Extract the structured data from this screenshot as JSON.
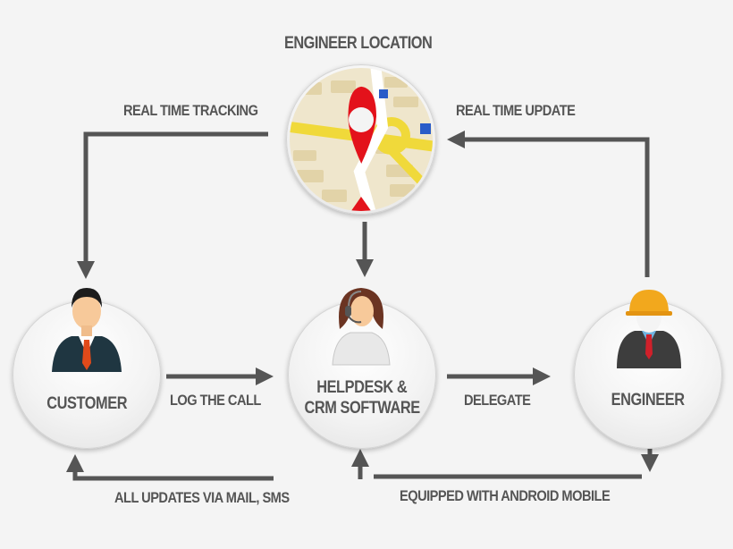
{
  "title": "ENGINEER LOCATION",
  "nodes": {
    "customer": {
      "label": "CUSTOMER",
      "icon": "businessman-icon"
    },
    "helpdesk": {
      "label_line1": "HELPDESK &",
      "label_line2": "CRM SOFTWARE",
      "icon": "support-agent-headset-icon"
    },
    "engineer": {
      "label": "ENGINEER",
      "icon": "engineer-hardhat-icon"
    },
    "location": {
      "icon": "map-location-pin-icon"
    }
  },
  "edges": {
    "real_time_tracking": "REAL TIME TRACKING",
    "real_time_update": "REAL TIME UPDATE",
    "log_the_call": "LOG THE CALL",
    "delegate": "DELEGATE",
    "all_updates": "ALL UPDATES VIA MAIL, SMS",
    "equipped": "EQUIPPED WITH ANDROID MOBILE"
  },
  "colors": {
    "background": "#f4f4f4",
    "arrow": "#555555",
    "text": "#555555",
    "pin_red": "#e3121b",
    "map_road_yellow": "#f0d93a",
    "map_bg": "#efe6cc"
  }
}
